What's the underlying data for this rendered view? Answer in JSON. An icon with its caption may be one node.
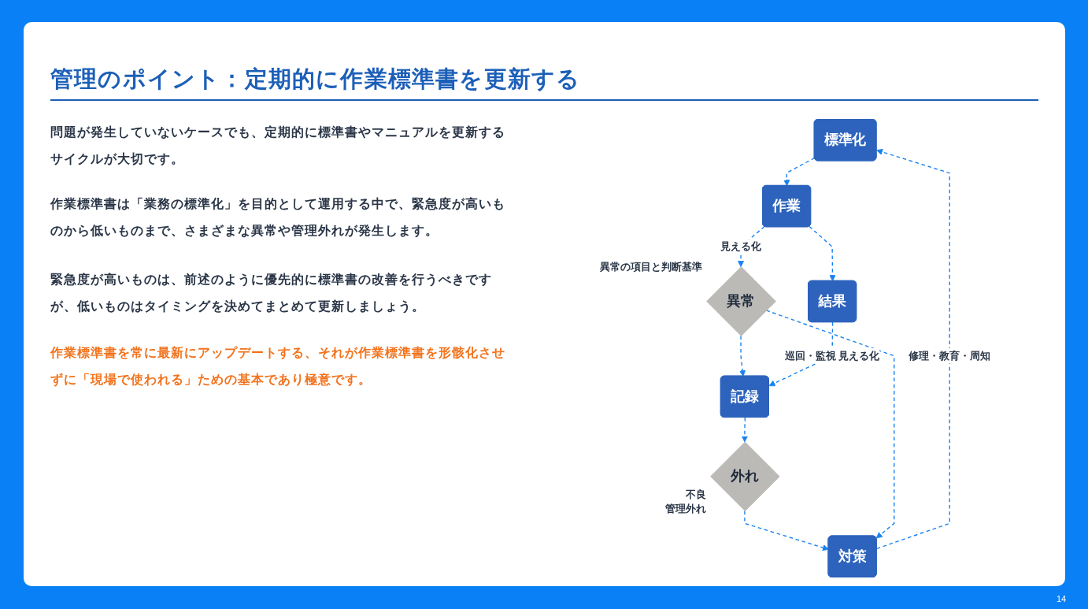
{
  "diagram": {
    "title": "管理のポイント：定期的に作業標準書を更新する",
    "nodes": [
      {
        "text": [
          "標準化"
        ]
      },
      {
        "text": [
          "作業"
        ]
      },
      {
        "text": [
          "異常"
        ],
        "beside": [
          "異常の項目と判断基準"
        ]
      },
      {
        "text": [
          "結果"
        ]
      },
      {
        "text": [
          "記録"
        ]
      },
      {
        "text": [
          "外れ"
        ],
        "beside": [
          "不良",
          "管理外れ"
        ]
      },
      {
        "text": [
          "対策"
        ]
      }
    ],
    "edges": [
      {
        "from": 0,
        "to": 1,
        "arrow": "to",
        "style": "dashed"
      },
      {
        "from": 1,
        "to": 2,
        "arrow": "to",
        "style": "dashed",
        "label": "見える化"
      },
      {
        "from": 1,
        "to": 3,
        "arrow": "to",
        "style": "dashed"
      },
      {
        "from": 2,
        "to": 4,
        "arrow": "to",
        "style": "dashed"
      },
      {
        "from": 3,
        "to": 4,
        "arrow": "to",
        "style": "dashed",
        "label": "巡回・監視 見える化"
      },
      {
        "from": 4,
        "to": 5,
        "arrow": "to",
        "style": "dashed"
      },
      {
        "from": 5,
        "to": 6,
        "arrow": "to",
        "style": "dashed"
      },
      {
        "from": 2,
        "to": 6,
        "arrow": "to",
        "style": "dashed"
      },
      {
        "from": 6,
        "to": 0,
        "arrow": "to",
        "style": "dashed",
        "label": "修理・教育・周知"
      }
    ],
    "labels": [
      "問題が発生していないケースでも、定期的に標準書やマニュアルを更新するサイクルが大切です。",
      "作業標準書は「業務の標準化」を目的として運用する中で、緊急度が高いものから低いものまで、さまざまな異常や管理外れが発生します。",
      "緊急度が高いものは、前述のように優先的に標準書の改善を行うべきですが、低いものはタイミングを決めてまとめて更新しましょう。",
      "作業標準書を常に最新にアップデートする、それが作業標準書を形骸化させずに「現場で使われる」ための基本であり極意です。",
      "14"
    ]
  }
}
